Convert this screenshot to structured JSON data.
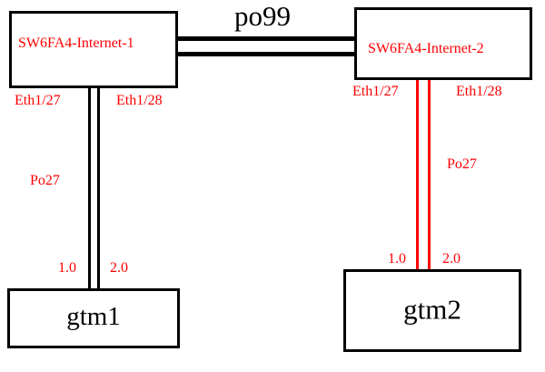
{
  "colors": {
    "accent_red": "#ff0000",
    "line_black": "#000000",
    "background": "#ffffff"
  },
  "nodes": {
    "switch1": {
      "label": "SW6FA4-Internet-1"
    },
    "switch2": {
      "label": "SW6FA4-Internet-2"
    },
    "gtm1": {
      "label": "gtm1"
    },
    "gtm2": {
      "label": "gtm2"
    }
  },
  "links": {
    "trunk": {
      "label": "po99"
    },
    "left": {
      "eth1": "Eth1/27",
      "eth2": "Eth1/28",
      "portchannel": "Po27",
      "sub1": "1.0",
      "sub2": "2.0"
    },
    "right": {
      "eth1": "Eth1/27",
      "eth2": "Eth1/28",
      "portchannel": "Po27",
      "sub1": "1.0",
      "sub2": "2.0"
    }
  }
}
